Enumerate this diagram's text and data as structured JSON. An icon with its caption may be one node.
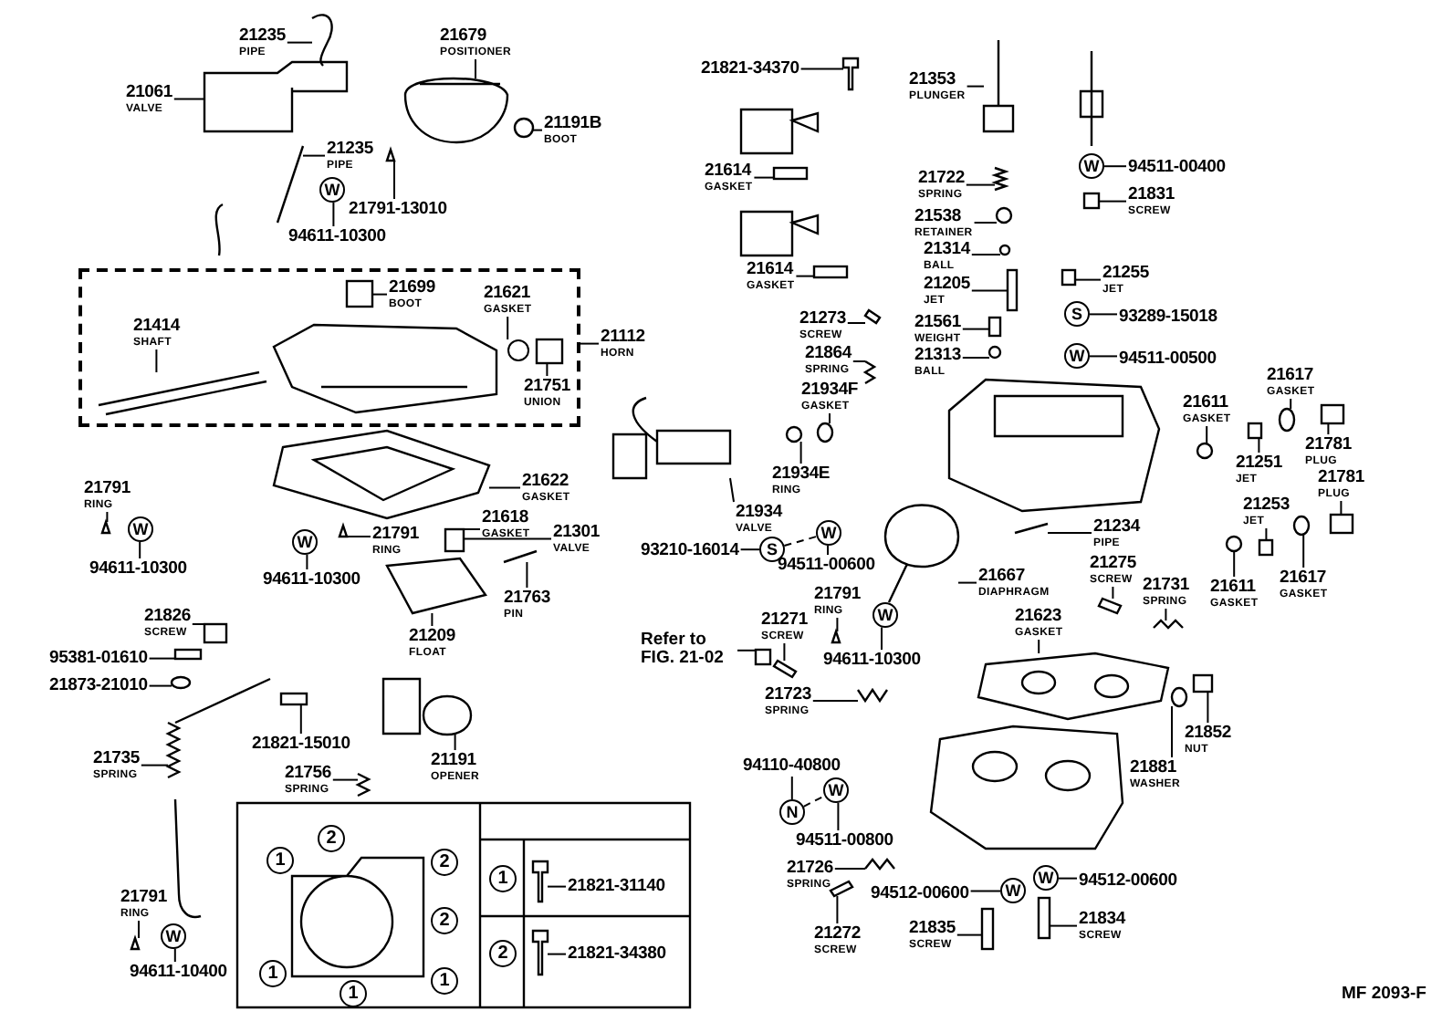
{
  "diagram": {
    "nodes": [
      {
        "text": [
          "21235",
          "PIPE"
        ]
      },
      {
        "text": [
          "21679",
          "POSITIONER"
        ]
      },
      {
        "text": [
          "21061",
          "VALVE"
        ]
      },
      {
        "text": [
          "21191B",
          "BOOT"
        ]
      },
      {
        "text": [
          "21235",
          "PIPE"
        ]
      },
      {
        "text": [
          "21791-13010"
        ]
      },
      {
        "text": [
          "94611-10300"
        ]
      },
      {
        "text": [],
        "shape": "box"
      },
      {
        "text": [
          "21699",
          "BOOT"
        ],
        "in": 7
      },
      {
        "text": [
          "21621",
          "GASKET"
        ],
        "in": 7
      },
      {
        "text": [
          "21414",
          "SHAFT"
        ],
        "in": 7
      },
      {
        "text": [
          "21112",
          "HORN"
        ]
      },
      {
        "text": [
          "21751",
          "UNION"
        ],
        "in": 7
      },
      {
        "text": [
          "21622",
          "GASKET"
        ]
      },
      {
        "text": [
          "21791",
          "RING"
        ]
      },
      {
        "text": [
          "94611-10300"
        ]
      },
      {
        "text": [
          "21618",
          "GASKET"
        ]
      },
      {
        "text": [
          "21301",
          "VALVE"
        ]
      },
      {
        "text": [
          "21791",
          "RING"
        ]
      },
      {
        "text": [
          "94611-10300"
        ]
      },
      {
        "text": [
          "21763",
          "PIN"
        ]
      },
      {
        "text": [
          "21209",
          "FLOAT"
        ]
      },
      {
        "text": [
          "21826",
          "SCREW"
        ]
      },
      {
        "text": [
          "95381-01610"
        ]
      },
      {
        "text": [
          "21873-21010"
        ]
      },
      {
        "text": [
          "21821-15010"
        ]
      },
      {
        "text": [
          "21735",
          "SPRING"
        ]
      },
      {
        "text": [
          "21756",
          "SPRING"
        ]
      },
      {
        "text": [
          "21191",
          "OPENER"
        ]
      },
      {
        "text": [
          "21791",
          "RING"
        ]
      },
      {
        "text": [
          "94611-10400"
        ]
      },
      {
        "text": [
          "21821-31140"
        ]
      },
      {
        "text": [
          "21821-34380"
        ]
      },
      {
        "text": [
          "21821-34370"
        ]
      },
      {
        "text": [
          "21614",
          "GASKET"
        ]
      },
      {
        "text": [
          "21614",
          "GASKET"
        ]
      },
      {
        "text": [
          "21353",
          "PLUNGER"
        ]
      },
      {
        "text": [
          "21722",
          "SPRING"
        ]
      },
      {
        "text": [
          "21538",
          "RETAINER"
        ]
      },
      {
        "text": [
          "21314",
          "BALL"
        ]
      },
      {
        "text": [
          "21205",
          "JET"
        ]
      },
      {
        "text": [
          "94511-00400"
        ]
      },
      {
        "text": [
          "21831",
          "SCREW"
        ]
      },
      {
        "text": [
          "21255",
          "JET"
        ]
      },
      {
        "text": [
          "93289-15018"
        ]
      },
      {
        "text": [
          "21273",
          "SCREW"
        ]
      },
      {
        "text": [
          "21561",
          "WEIGHT"
        ]
      },
      {
        "text": [
          "21864",
          "SPRING"
        ]
      },
      {
        "text": [
          "21313",
          "BALL"
        ]
      },
      {
        "text": [
          "94511-00500"
        ]
      },
      {
        "text": [
          "21934F",
          "GASKET"
        ]
      },
      {
        "text": [
          "21611",
          "GASKET"
        ]
      },
      {
        "text": [
          "21617",
          "GASKET"
        ]
      },
      {
        "text": [
          "21251",
          "JET"
        ]
      },
      {
        "text": [
          "21781",
          "PLUG"
        ]
      },
      {
        "text": [
          "21781",
          "PLUG"
        ]
      },
      {
        "text": [
          "21934E",
          "RING"
        ]
      },
      {
        "text": [
          "21934",
          "VALVE"
        ]
      },
      {
        "text": [
          "21234",
          "PIPE"
        ]
      },
      {
        "text": [
          "21253",
          "JET"
        ]
      },
      {
        "text": [
          "93210-16014"
        ]
      },
      {
        "text": [
          "94511-00600"
        ]
      },
      {
        "text": [
          "21667",
          "DIAPHRAGM"
        ]
      },
      {
        "text": [
          "21275",
          "SCREW"
        ]
      },
      {
        "text": [
          "21731",
          "SPRING"
        ]
      },
      {
        "text": [
          "21611",
          "GASKET"
        ]
      },
      {
        "text": [
          "21617",
          "GASKET"
        ]
      },
      {
        "text": [
          "21791",
          "RING"
        ]
      },
      {
        "text": [
          "94611-10300"
        ]
      },
      {
        "text": [
          "21271",
          "SCREW"
        ]
      },
      {
        "text": [
          "Refer to FIG. 21-02"
        ]
      },
      {
        "text": [
          "21623",
          "GASKET"
        ]
      },
      {
        "text": [
          "21723",
          "SPRING"
        ]
      },
      {
        "text": [
          "21852",
          "NUT"
        ]
      },
      {
        "text": [
          "21881",
          "WASHER"
        ]
      },
      {
        "text": [
          "94110-40800"
        ]
      },
      {
        "text": [
          "94511-00800"
        ]
      },
      {
        "text": [
          "21726",
          "SPRING"
        ]
      },
      {
        "text": [
          "94512-00600"
        ]
      },
      {
        "text": [
          "94512-00600"
        ]
      },
      {
        "text": [
          "21272",
          "SCREW"
        ]
      },
      {
        "text": [
          "21835",
          "SCREW"
        ]
      },
      {
        "text": [
          "21834",
          "SCREW"
        ]
      },
      {
        "text": [
          "W"
        ]
      },
      {
        "text": [
          "W"
        ]
      },
      {
        "text": [
          "W"
        ]
      },
      {
        "text": [
          "W"
        ]
      },
      {
        "text": [
          "W"
        ]
      },
      {
        "text": [
          "S"
        ]
      },
      {
        "text": [
          "W"
        ]
      },
      {
        "text": [
          "S"
        ]
      },
      {
        "text": [
          "W"
        ]
      },
      {
        "text": [
          "W"
        ]
      },
      {
        "text": [
          "N"
        ]
      },
      {
        "text": [
          "W"
        ]
      },
      {
        "text": [
          "W"
        ]
      },
      {
        "text": [
          "W"
        ]
      },
      {
        "text": [
          "2"
        ]
      },
      {
        "text": [
          "1"
        ]
      },
      {
        "text": [
          "2"
        ]
      },
      {
        "text": [
          "2"
        ]
      },
      {
        "text": [
          "1"
        ]
      },
      {
        "text": [
          "1"
        ]
      },
      {
        "text": [
          "1"
        ]
      },
      {
        "text": [
          "1"
        ]
      },
      {
        "text": [
          "2"
        ]
      },
      {
        "text": [],
        "shape": "picture"
      },
      {
        "text": [],
        "shape": "picture"
      },
      {
        "text": [],
        "shape": "picture"
      },
      {
        "text": [],
        "shape": "circle"
      },
      {
        "text": [],
        "shape": "picture"
      },
      {
        "text": [],
        "shape": "box",
        "in": 7
      },
      {
        "text": [],
        "shape": "circle",
        "in": 7
      },
      {
        "text": [],
        "shape": "picture",
        "in": 7
      },
      {
        "text": [],
        "shape": "box",
        "in": 7
      },
      {
        "text": [],
        "shape": "picture"
      },
      {
        "text": [],
        "shape": "box"
      },
      {
        "text": [],
        "shape": "picture"
      },
      {
        "text": [],
        "shape": "picture"
      },
      {
        "text": [],
        "shape": "picture"
      },
      {
        "text": [],
        "shape": "picture"
      },
      {
        "text": [],
        "shape": "picture"
      },
      {
        "text": [],
        "shape": "picture"
      },
      {
        "text": [],
        "shape": "picture"
      },
      {
        "text": [],
        "shape": "picture"
      },
      {
        "text": [],
        "shape": "picture"
      },
      {
        "text": [],
        "shape": "picture"
      },
      {
        "text": [],
        "shape": "picture"
      },
      {
        "text": [],
        "shape": "picture"
      },
      {
        "text": [],
        "shape": "box"
      },
      {
        "text": [],
        "shape": "box"
      },
      {
        "text": [],
        "shape": "circle"
      },
      {
        "text": [],
        "shape": "box"
      },
      {
        "text": [],
        "shape": "box"
      },
      {
        "text": [],
        "shape": "box"
      },
      {
        "text": [],
        "shape": "circle"
      },
      {
        "text": [],
        "shape": "picture"
      },
      {
        "text": [],
        "shape": "circle"
      },
      {
        "text": [],
        "shape": "circle"
      },
      {
        "text": [],
        "shape": "circle"
      },
      {
        "text": [],
        "shape": "circle"
      },
      {
        "text": [],
        "shape": "picture"
      },
      {
        "text": [],
        "shape": "box"
      },
      {
        "text": [],
        "shape": "picture"
      },
      {
        "text": [],
        "shape": "box"
      },
      {
        "text": [],
        "shape": "circle"
      },
      {
        "text": [],
        "shape": "picture"
      },
      {
        "text": [],
        "shape": "picture"
      },
      {
        "text": [],
        "shape": "box"
      },
      {
        "text": [],
        "shape": "box"
      },
      {
        "text": [],
        "shape": "picture"
      },
      {
        "text": [],
        "shape": "picture"
      },
      {
        "text": [],
        "shape": "picture"
      },
      {
        "text": [],
        "shape": "picture"
      },
      {
        "text": [],
        "shape": "picture"
      },
      {
        "text": [],
        "shape": "box"
      },
      {
        "text": [],
        "shape": "box"
      },
      {
        "text": [],
        "shape": "picture"
      },
      {
        "text": [],
        "shape": "circle"
      },
      {
        "text": [],
        "shape": "circle"
      },
      {
        "text": [],
        "shape": "box"
      },
      {
        "text": [],
        "shape": "box"
      },
      {
        "text": [],
        "shape": "picture"
      },
      {
        "text": [],
        "shape": "circle"
      },
      {
        "text": [],
        "shape": "circle"
      },
      {
        "text": [],
        "shape": "box"
      },
      {
        "text": [],
        "shape": "box"
      },
      {
        "text": [],
        "shape": "box"
      },
      {
        "text": [],
        "shape": "box"
      },
      {
        "text": [],
        "shape": "picture"
      },
      {
        "text": [],
        "shape": "picture"
      },
      {
        "text": [],
        "shape": "picture"
      }
    ],
    "edges": [
      {
        "from": 0,
        "to": 106,
        "arrow": "none"
      },
      {
        "from": 1,
        "to": 107,
        "arrow": "none"
      },
      {
        "from": 2,
        "to": 108,
        "arrow": "none"
      },
      {
        "from": 3,
        "to": 109,
        "arrow": "none"
      },
      {
        "from": 4,
        "to": 110,
        "arrow": "none"
      },
      {
        "from": 5,
        "to": 150,
        "arrow": "none"
      },
      {
        "from": 6,
        "to": 83,
        "arrow": "none"
      },
      {
        "from": 8,
        "to": 111,
        "arrow": "none"
      },
      {
        "from": 9,
        "to": 112,
        "arrow": "none"
      },
      {
        "from": 10,
        "to": 113,
        "arrow": "none"
      },
      {
        "from": 11,
        "to": 7,
        "arrow": "none"
      },
      {
        "from": 12,
        "to": 114,
        "arrow": "none"
      },
      {
        "from": 13,
        "to": 115,
        "arrow": "none"
      },
      {
        "from": 14,
        "to": 151,
        "arrow": "none"
      },
      {
        "from": 15,
        "to": 84,
        "arrow": "none"
      },
      {
        "from": 16,
        "to": 116,
        "arrow": "none"
      },
      {
        "from": 17,
        "to": 116,
        "arrow": "none"
      },
      {
        "from": 18,
        "to": 152,
        "arrow": "none"
      },
      {
        "from": 19,
        "to": 85,
        "arrow": "none"
      },
      {
        "from": 20,
        "to": 117,
        "arrow": "none"
      },
      {
        "from": 21,
        "to": 118,
        "arrow": "none"
      },
      {
        "from": 22,
        "to": 132,
        "arrow": "none"
      },
      {
        "from": 23,
        "to": 130,
        "arrow": "none"
      },
      {
        "from": 24,
        "to": 131,
        "arrow": "none"
      },
      {
        "from": 25,
        "to": 129,
        "arrow": "none"
      },
      {
        "from": 26,
        "to": 119,
        "arrow": "none"
      },
      {
        "from": 27,
        "to": 120,
        "arrow": "none"
      },
      {
        "from": 28,
        "to": 121,
        "arrow": "none"
      },
      {
        "from": 29,
        "to": 153,
        "arrow": "none"
      },
      {
        "from": 30,
        "to": 86,
        "arrow": "none"
      },
      {
        "from": 31,
        "to": 122,
        "arrow": "none"
      },
      {
        "from": 32,
        "to": 123,
        "arrow": "none"
      },
      {
        "from": 33,
        "to": 154,
        "arrow": "none"
      },
      {
        "from": 34,
        "to": 155,
        "arrow": "none"
      },
      {
        "from": 35,
        "to": 156,
        "arrow": "none"
      },
      {
        "from": 36,
        "to": 124,
        "arrow": "none"
      },
      {
        "from": 37,
        "to": 157,
        "arrow": "none"
      },
      {
        "from": 38,
        "to": 158,
        "arrow": "none"
      },
      {
        "from": 39,
        "to": 159,
        "arrow": "none"
      },
      {
        "from": 40,
        "to": 160,
        "arrow": "none"
      },
      {
        "from": 41,
        "to": 87,
        "arrow": "none"
      },
      {
        "from": 42,
        "to": 133,
        "arrow": "none"
      },
      {
        "from": 43,
        "to": 161,
        "arrow": "none"
      },
      {
        "from": 44,
        "to": 88,
        "arrow": "none"
      },
      {
        "from": 45,
        "to": 162,
        "arrow": "none"
      },
      {
        "from": 46,
        "to": 134,
        "arrow": "none"
      },
      {
        "from": 47,
        "to": 136,
        "arrow": "none"
      },
      {
        "from": 48,
        "to": 135,
        "arrow": "none"
      },
      {
        "from": 49,
        "to": 89,
        "arrow": "none"
      },
      {
        "from": 50,
        "to": 138,
        "arrow": "none"
      },
      {
        "from": 51,
        "to": 163,
        "arrow": "none"
      },
      {
        "from": 52,
        "to": 164,
        "arrow": "none"
      },
      {
        "from": 53,
        "to": 165,
        "arrow": "none"
      },
      {
        "from": 54,
        "to": 166,
        "arrow": "none"
      },
      {
        "from": 55,
        "to": 167,
        "arrow": "none"
      },
      {
        "from": 56,
        "to": 137,
        "arrow": "none"
      },
      {
        "from": 57,
        "to": 125,
        "arrow": "none"
      },
      {
        "from": 58,
        "to": 128,
        "arrow": "none"
      },
      {
        "from": 59,
        "to": 168,
        "arrow": "none"
      },
      {
        "from": 60,
        "to": 90,
        "arrow": "none"
      },
      {
        "from": 61,
        "to": 91,
        "arrow": "none"
      },
      {
        "from": 62,
        "to": 126,
        "arrow": "none"
      },
      {
        "from": 63,
        "to": 169,
        "arrow": "none"
      },
      {
        "from": 64,
        "to": 170,
        "arrow": "none"
      },
      {
        "from": 65,
        "to": 139,
        "arrow": "none"
      },
      {
        "from": 66,
        "to": 140,
        "arrow": "none"
      },
      {
        "from": 67,
        "to": 171,
        "arrow": "none"
      },
      {
        "from": 68,
        "to": 92,
        "arrow": "none"
      },
      {
        "from": 69,
        "to": 141,
        "arrow": "none"
      },
      {
        "from": 70,
        "to": 142,
        "arrow": "none"
      },
      {
        "from": 71,
        "to": 127,
        "arrow": "none"
      },
      {
        "from": 72,
        "to": 143,
        "arrow": "none"
      },
      {
        "from": 73,
        "to": 144,
        "arrow": "none"
      },
      {
        "from": 74,
        "to": 145,
        "arrow": "none"
      },
      {
        "from": 75,
        "to": 93,
        "arrow": "none"
      },
      {
        "from": 76,
        "to": 94,
        "arrow": "none"
      },
      {
        "from": 77,
        "to": 146,
        "arrow": "none"
      },
      {
        "from": 78,
        "to": 95,
        "arrow": "none"
      },
      {
        "from": 79,
        "to": 96,
        "arrow": "none"
      },
      {
        "from": 80,
        "to": 147,
        "arrow": "none"
      },
      {
        "from": 81,
        "to": 148,
        "arrow": "none"
      },
      {
        "from": 82,
        "to": 149,
        "arrow": "none"
      },
      {
        "from": 90,
        "to": 91,
        "arrow": "none",
        "style": "dashed"
      },
      {
        "from": 93,
        "to": 94,
        "arrow": "none",
        "style": "dashed"
      }
    ],
    "labels": [
      "MF 2093-F"
    ]
  }
}
